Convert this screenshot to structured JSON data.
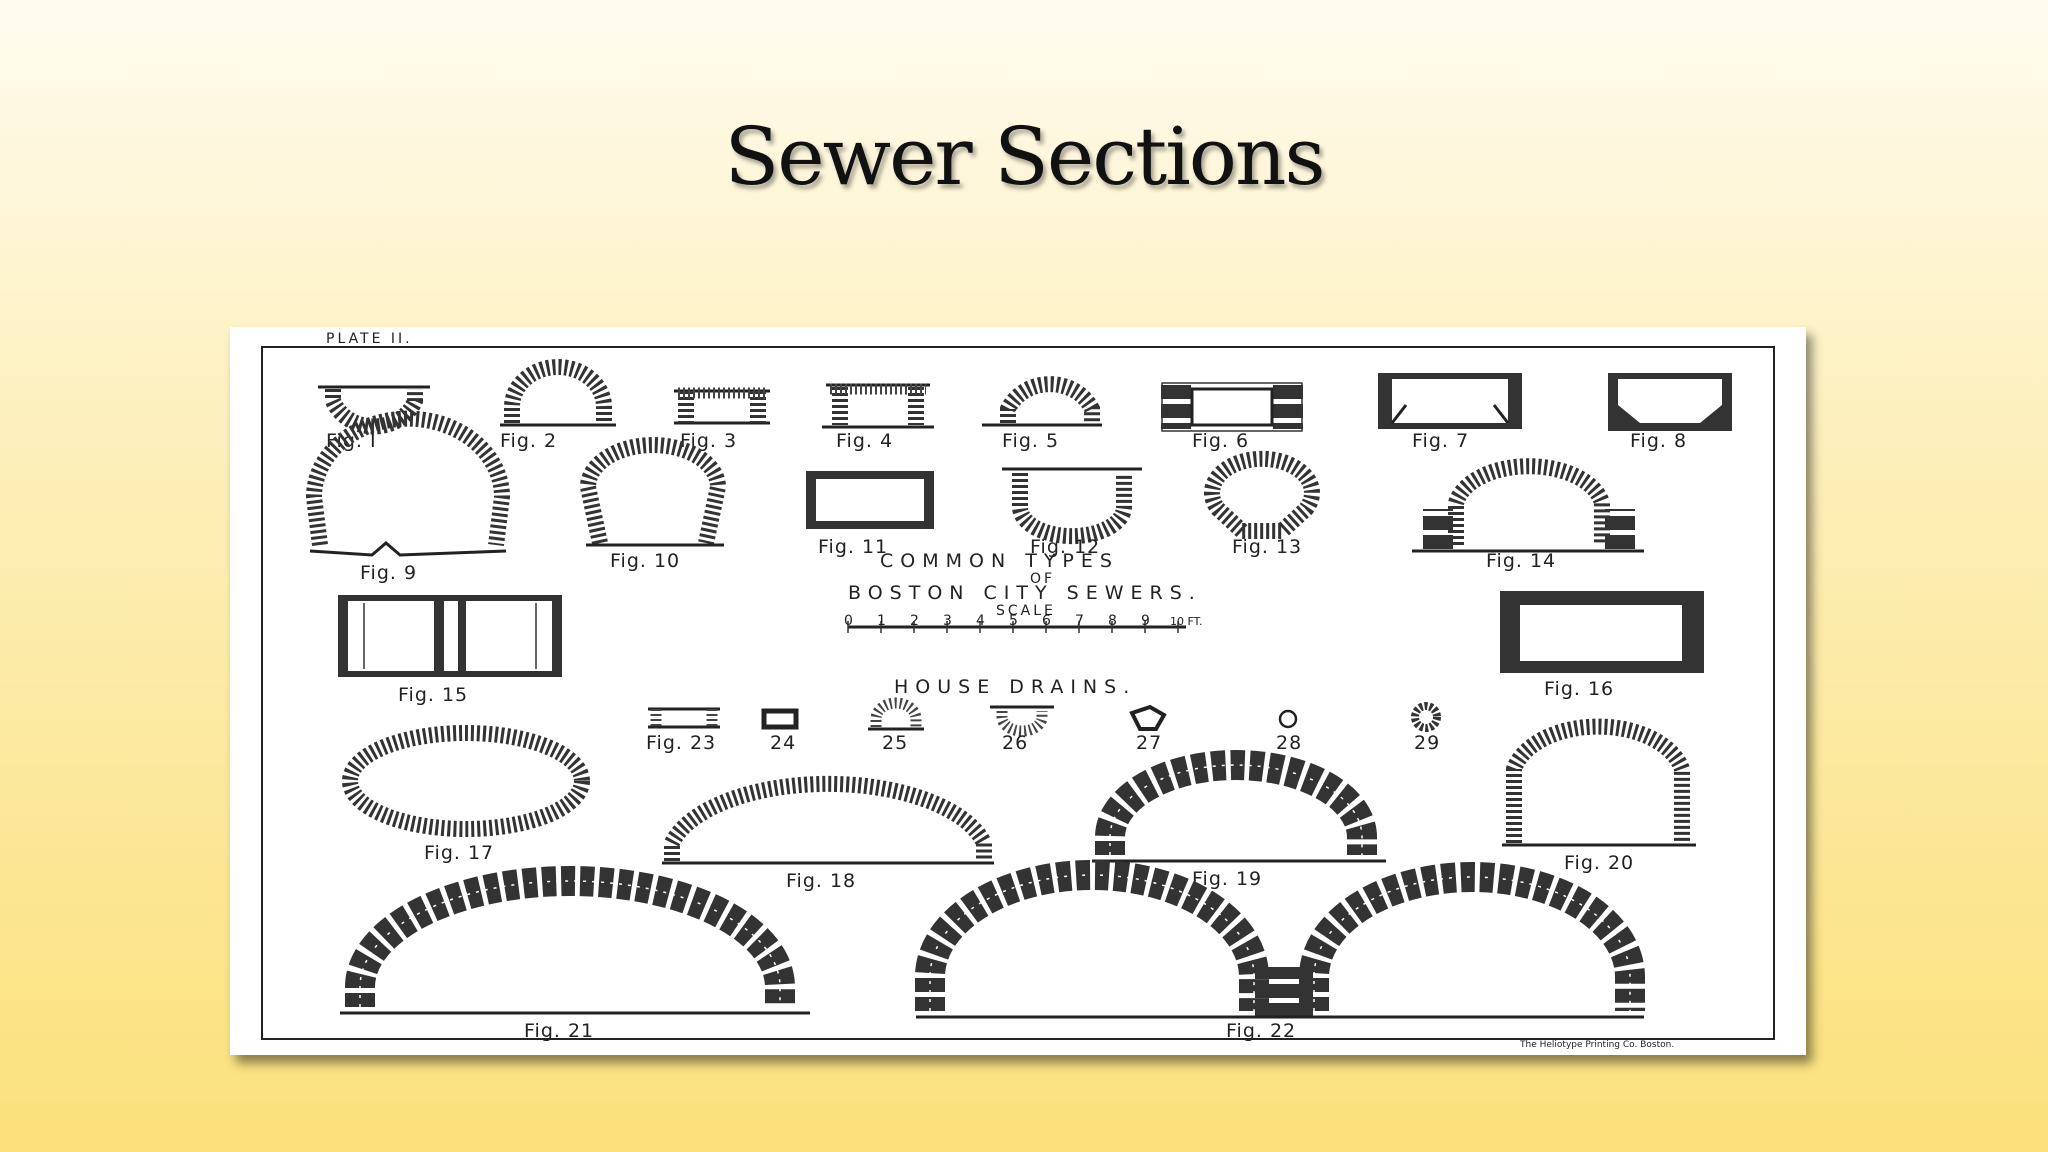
{
  "slide": {
    "title": "Sewer Sections"
  },
  "plate": {
    "plate_label": "PLATE II.",
    "heading_line1": "COMMON TYPES",
    "heading_line2": "OF",
    "heading_line3": "BOSTON CITY SEWERS.",
    "scale_label": "SCALE",
    "scale_ticks": [
      "0",
      "1",
      "2",
      "3",
      "4",
      "5",
      "6",
      "7",
      "8",
      "9",
      "10 FT."
    ],
    "house_drains_label": "HOUSE DRAINS.",
    "printer_credit": "The Heliotype Printing Co. Boston.",
    "figures": {
      "f1": "Fig. I",
      "f2": "Fig. 2",
      "f3": "Fig. 3",
      "f4": "Fig. 4",
      "f5": "Fig. 5",
      "f6": "Fig. 6",
      "f7": "Fig. 7",
      "f8": "Fig. 8",
      "f9": "Fig. 9",
      "f10": "Fig. 10",
      "f11": "Fig. 11",
      "f12": "Fig. 12",
      "f13": "Fig. 13",
      "f14": "Fig. 14",
      "f15": "Fig. 15",
      "f16": "Fig. 16",
      "f17": "Fig. 17",
      "f18": "Fig. 18",
      "f19": "Fig. 19",
      "f20": "Fig. 20",
      "f21": "Fig. 21",
      "f22": "Fig. 22",
      "f23": "Fig. 23",
      "f24": "24",
      "f25": "25",
      "f26": "26",
      "f27": "27",
      "f28": "28",
      "f29": "29"
    }
  }
}
